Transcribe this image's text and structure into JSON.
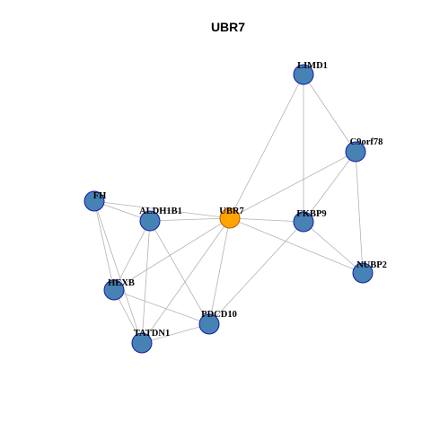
{
  "title": "UBR7",
  "colors": {
    "node_fill": "#4682b4",
    "node_stroke": "#1a1aa8",
    "center_fill": "#ffa500",
    "center_stroke": "#c05a00",
    "edge": "#b3b3b3"
  },
  "nodes": [
    {
      "id": "LIMD1",
      "label": "LIMD1",
      "center": false
    },
    {
      "id": "C9orf78",
      "label": "C9orf78",
      "center": false
    },
    {
      "id": "FH",
      "label": "FH",
      "center": false
    },
    {
      "id": "ALDH1B1",
      "label": "ALDH1B1",
      "center": false
    },
    {
      "id": "UBR7",
      "label": "UBR7",
      "center": true
    },
    {
      "id": "FKBP9",
      "label": "FKBP9",
      "center": false
    },
    {
      "id": "NUBP2",
      "label": "NUBP2",
      "center": false
    },
    {
      "id": "HEXB",
      "label": "HEXB",
      "center": false
    },
    {
      "id": "PDCD10",
      "label": "PDCD10",
      "center": false
    },
    {
      "id": "TATDN1",
      "label": "TATDN1",
      "center": false
    }
  ],
  "edges": [
    [
      "LIMD1",
      "UBR7"
    ],
    [
      "LIMD1",
      "C9orf78"
    ],
    [
      "LIMD1",
      "FKBP9"
    ],
    [
      "C9orf78",
      "UBR7"
    ],
    [
      "C9orf78",
      "FKBP9"
    ],
    [
      "C9orf78",
      "NUBP2"
    ],
    [
      "FH",
      "ALDH1B1"
    ],
    [
      "FH",
      "UBR7"
    ],
    [
      "FH",
      "HEXB"
    ],
    [
      "FH",
      "TATDN1"
    ],
    [
      "ALDH1B1",
      "UBR7"
    ],
    [
      "ALDH1B1",
      "HEXB"
    ],
    [
      "ALDH1B1",
      "TATDN1"
    ],
    [
      "ALDH1B1",
      "PDCD10"
    ],
    [
      "UBR7",
      "FKBP9"
    ],
    [
      "UBR7",
      "NUBP2"
    ],
    [
      "UBR7",
      "HEXB"
    ],
    [
      "UBR7",
      "PDCD10"
    ],
    [
      "UBR7",
      "TATDN1"
    ],
    [
      "FKBP9",
      "NUBP2"
    ],
    [
      "FKBP9",
      "PDCD10"
    ],
    [
      "HEXB",
      "PDCD10"
    ],
    [
      "HEXB",
      "TATDN1"
    ],
    [
      "PDCD10",
      "TATDN1"
    ]
  ]
}
